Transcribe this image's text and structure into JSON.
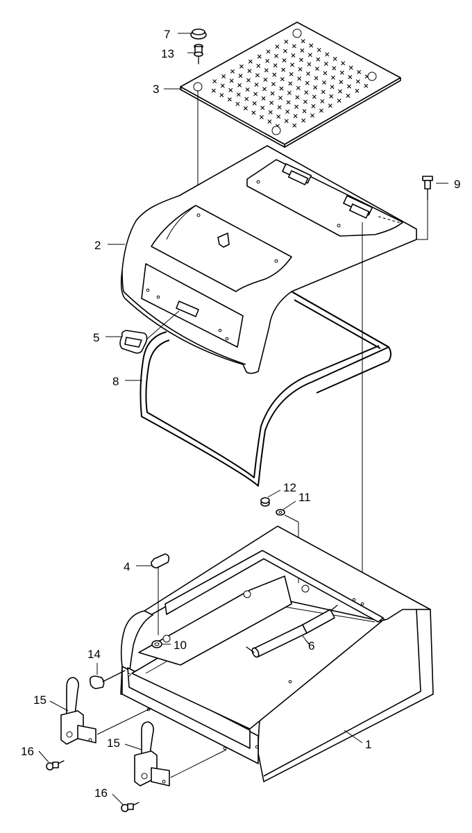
{
  "callouts": [
    {
      "id": "7",
      "text": "7"
    },
    {
      "id": "13",
      "text": "13"
    },
    {
      "id": "3",
      "text": "3"
    },
    {
      "id": "9",
      "text": "9"
    },
    {
      "id": "2",
      "text": "2"
    },
    {
      "id": "5",
      "text": "5"
    },
    {
      "id": "8",
      "text": "8"
    },
    {
      "id": "12",
      "text": "12"
    },
    {
      "id": "11",
      "text": "11"
    },
    {
      "id": "4",
      "text": "4"
    },
    {
      "id": "10",
      "text": "10"
    },
    {
      "id": "6",
      "text": "6"
    },
    {
      "id": "14",
      "text": "14"
    },
    {
      "id": "15a",
      "text": "15"
    },
    {
      "id": "15b",
      "text": "15"
    },
    {
      "id": "16a",
      "text": "16"
    },
    {
      "id": "16b",
      "text": "16"
    },
    {
      "id": "1",
      "text": "1"
    }
  ]
}
